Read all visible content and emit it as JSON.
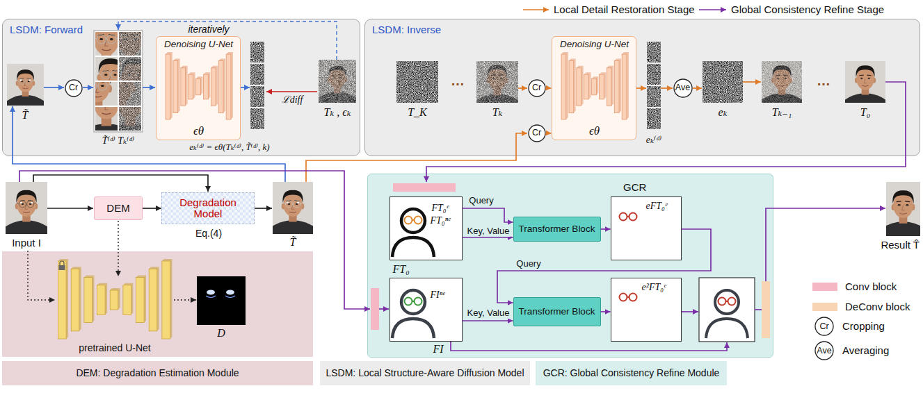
{
  "diagram": {
    "nodes": [
      {
        "text": [
          "LSDM: Forward"
        ]
      },
      {
        "text": [
          "Cr"
        ],
        "in": 0
      },
      {
        "text": [
          "Denoising U-Net",
          "ϵθ"
        ],
        "in": 0
      },
      {
        "text": [
          "LSDM: Inverse"
        ]
      },
      {
        "text": [
          "Cr"
        ],
        "in": 3
      },
      {
        "text": [
          "Cr"
        ],
        "in": 3
      },
      {
        "text": [
          "Denoising U-Net",
          "ϵθ"
        ],
        "in": 3
      },
      {
        "text": [
          "Ave"
        ],
        "in": 3
      },
      {
        "text": [
          "DEM"
        ]
      },
      {
        "text": [
          "Degradation Model",
          "Eq.(4)"
        ]
      },
      {
        "text": [
          "pretrained U-Net"
        ]
      },
      {
        "text": [
          "GCR"
        ]
      },
      {
        "text": [
          "FT₀ᵉ",
          "FT₀ⁿᵉ",
          "FT₀"
        ],
        "in": 11
      },
      {
        "text": [
          "Transformer Block"
        ],
        "in": 11
      },
      {
        "text": [
          "eFT₀ᵉ"
        ],
        "in": 11
      },
      {
        "text": [
          "FIⁿᵉ",
          "FI"
        ],
        "in": 11
      },
      {
        "text": [
          "Transformer Block"
        ],
        "in": 11
      },
      {
        "text": [
          "e²FT₀ᵉ"
        ],
        "in": 11
      },
      {
        "text": [
          "DEM: Degradation Estimation Module"
        ]
      },
      {
        "text": [
          "LSDM: Local Structure-Aware Diffusion Model"
        ]
      },
      {
        "text": [
          "GCR: Global Consistency Refine Module"
        ]
      },
      {
        "text": [
          "Cr"
        ]
      },
      {
        "text": [
          "Ave"
        ]
      }
    ],
    "edges": [
      {
        "from": 8,
        "to": 9,
        "arrow": "to"
      },
      {
        "from": 4,
        "to": 6,
        "arrow": "to"
      },
      {
        "from": 5,
        "to": 6,
        "arrow": "to"
      },
      {
        "from": 12,
        "to": 13,
        "label": "Query",
        "arrow": "to"
      },
      {
        "from": 12,
        "to": 13,
        "label": "Key, Value",
        "arrow": "to"
      },
      {
        "from": 13,
        "to": 14,
        "arrow": "to"
      },
      {
        "from": 14,
        "to": 16,
        "label": "Query",
        "arrow": "to"
      },
      {
        "from": 15,
        "to": 16,
        "label": "Key, Value",
        "arrow": "to"
      },
      {
        "from": 16,
        "to": 17,
        "arrow": "to"
      }
    ],
    "labels": [
      "iteratively",
      "T̃",
      "T̃⁽ᵈ⁾ Tₖ⁽ᵈ⁾",
      "eₖ⁽ᵈ⁾ = ϵθ(Tₖ⁽ᵈ⁾, T̃⁽ᵈ⁾, k)",
      "ℒdiff",
      "Tₖ , ϵₖ",
      "T_K",
      "…",
      "Tₖ",
      "eₖ⁽ᵈ⁾",
      "eₖ",
      "Tₖ₋₁",
      "…",
      "T₀",
      "Input I",
      "T̃",
      "D",
      "Result T̂"
    ],
    "legend": [
      {
        "text": "Local Detail Restoration Stage"
      },
      {
        "text": "Global Consistency Refine Stage"
      },
      {
        "text": "Conv block",
        "color": "#f5b7c3"
      },
      {
        "text": "DeConv block",
        "color": "#f8d4b3"
      },
      {
        "text": "Cropping"
      },
      {
        "text": "Averaging"
      }
    ]
  }
}
